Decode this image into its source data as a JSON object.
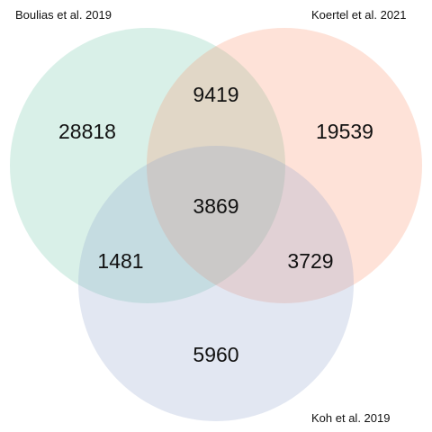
{
  "sets": [
    {
      "name": "Boulias et al. 2019",
      "color": "#66c2a5"
    },
    {
      "name": "Koertel et al. 2021",
      "color": "#fc8d62"
    },
    {
      "name": "Koh et al. 2019",
      "color": "#8da0cb"
    }
  ],
  "regions": {
    "only_boulias": "28818",
    "only_koertel": "19539",
    "only_koh": "5960",
    "boulias_koertel": "9419",
    "boulias_koh": "1481",
    "koertel_koh": "3729",
    "all_three": "3869"
  }
}
